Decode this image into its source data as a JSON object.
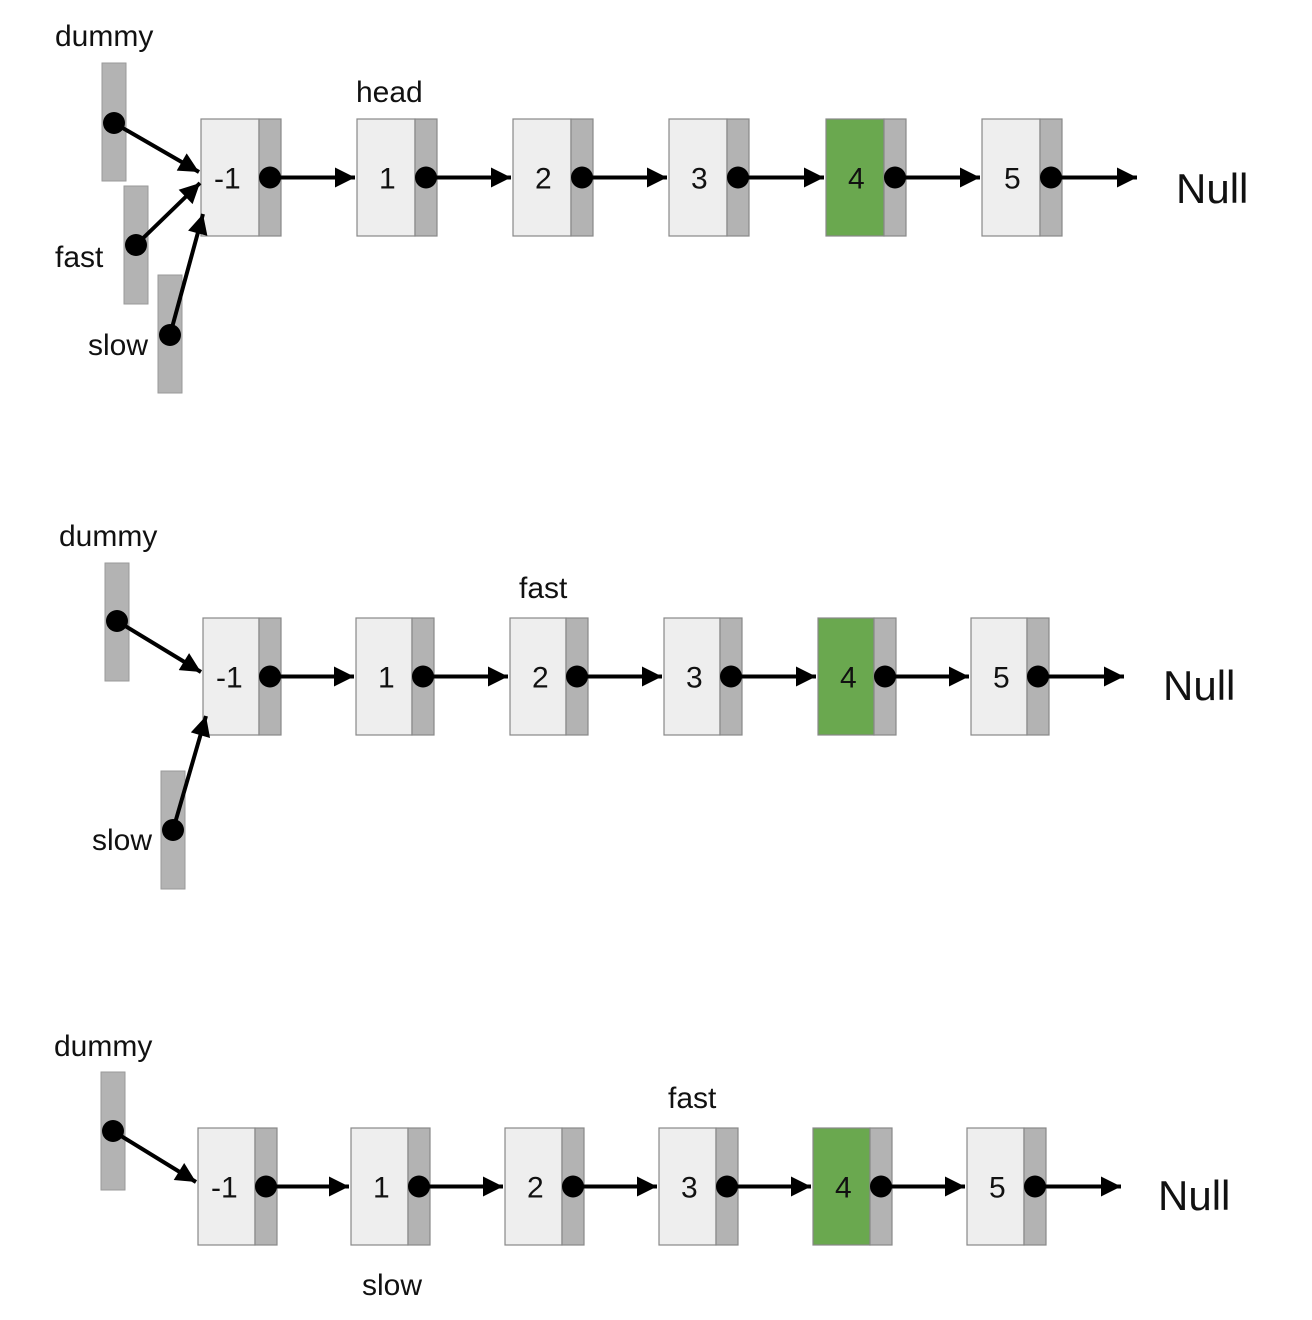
{
  "colors": {
    "node_fill": "#eeeeee",
    "pointer_cell": "#b3b3b3",
    "highlight": "#6aa84f",
    "border": "#888888",
    "arrow": "#000000"
  },
  "highlight_value": "4",
  "null_label": "Null",
  "panels": [
    {
      "nodes": [
        "-1",
        "1",
        "2",
        "3",
        "4",
        "5"
      ],
      "labels": {
        "dummy": "dummy",
        "fast": "fast",
        "slow": "slow",
        "head": "head"
      }
    },
    {
      "nodes": [
        "-1",
        "1",
        "2",
        "3",
        "4",
        "5"
      ],
      "labels": {
        "dummy": "dummy",
        "slow": "slow",
        "fast": "fast"
      }
    },
    {
      "nodes": [
        "-1",
        "1",
        "2",
        "3",
        "4",
        "5"
      ],
      "labels": {
        "dummy": "dummy",
        "fast": "fast",
        "slow": "slow"
      }
    }
  ]
}
